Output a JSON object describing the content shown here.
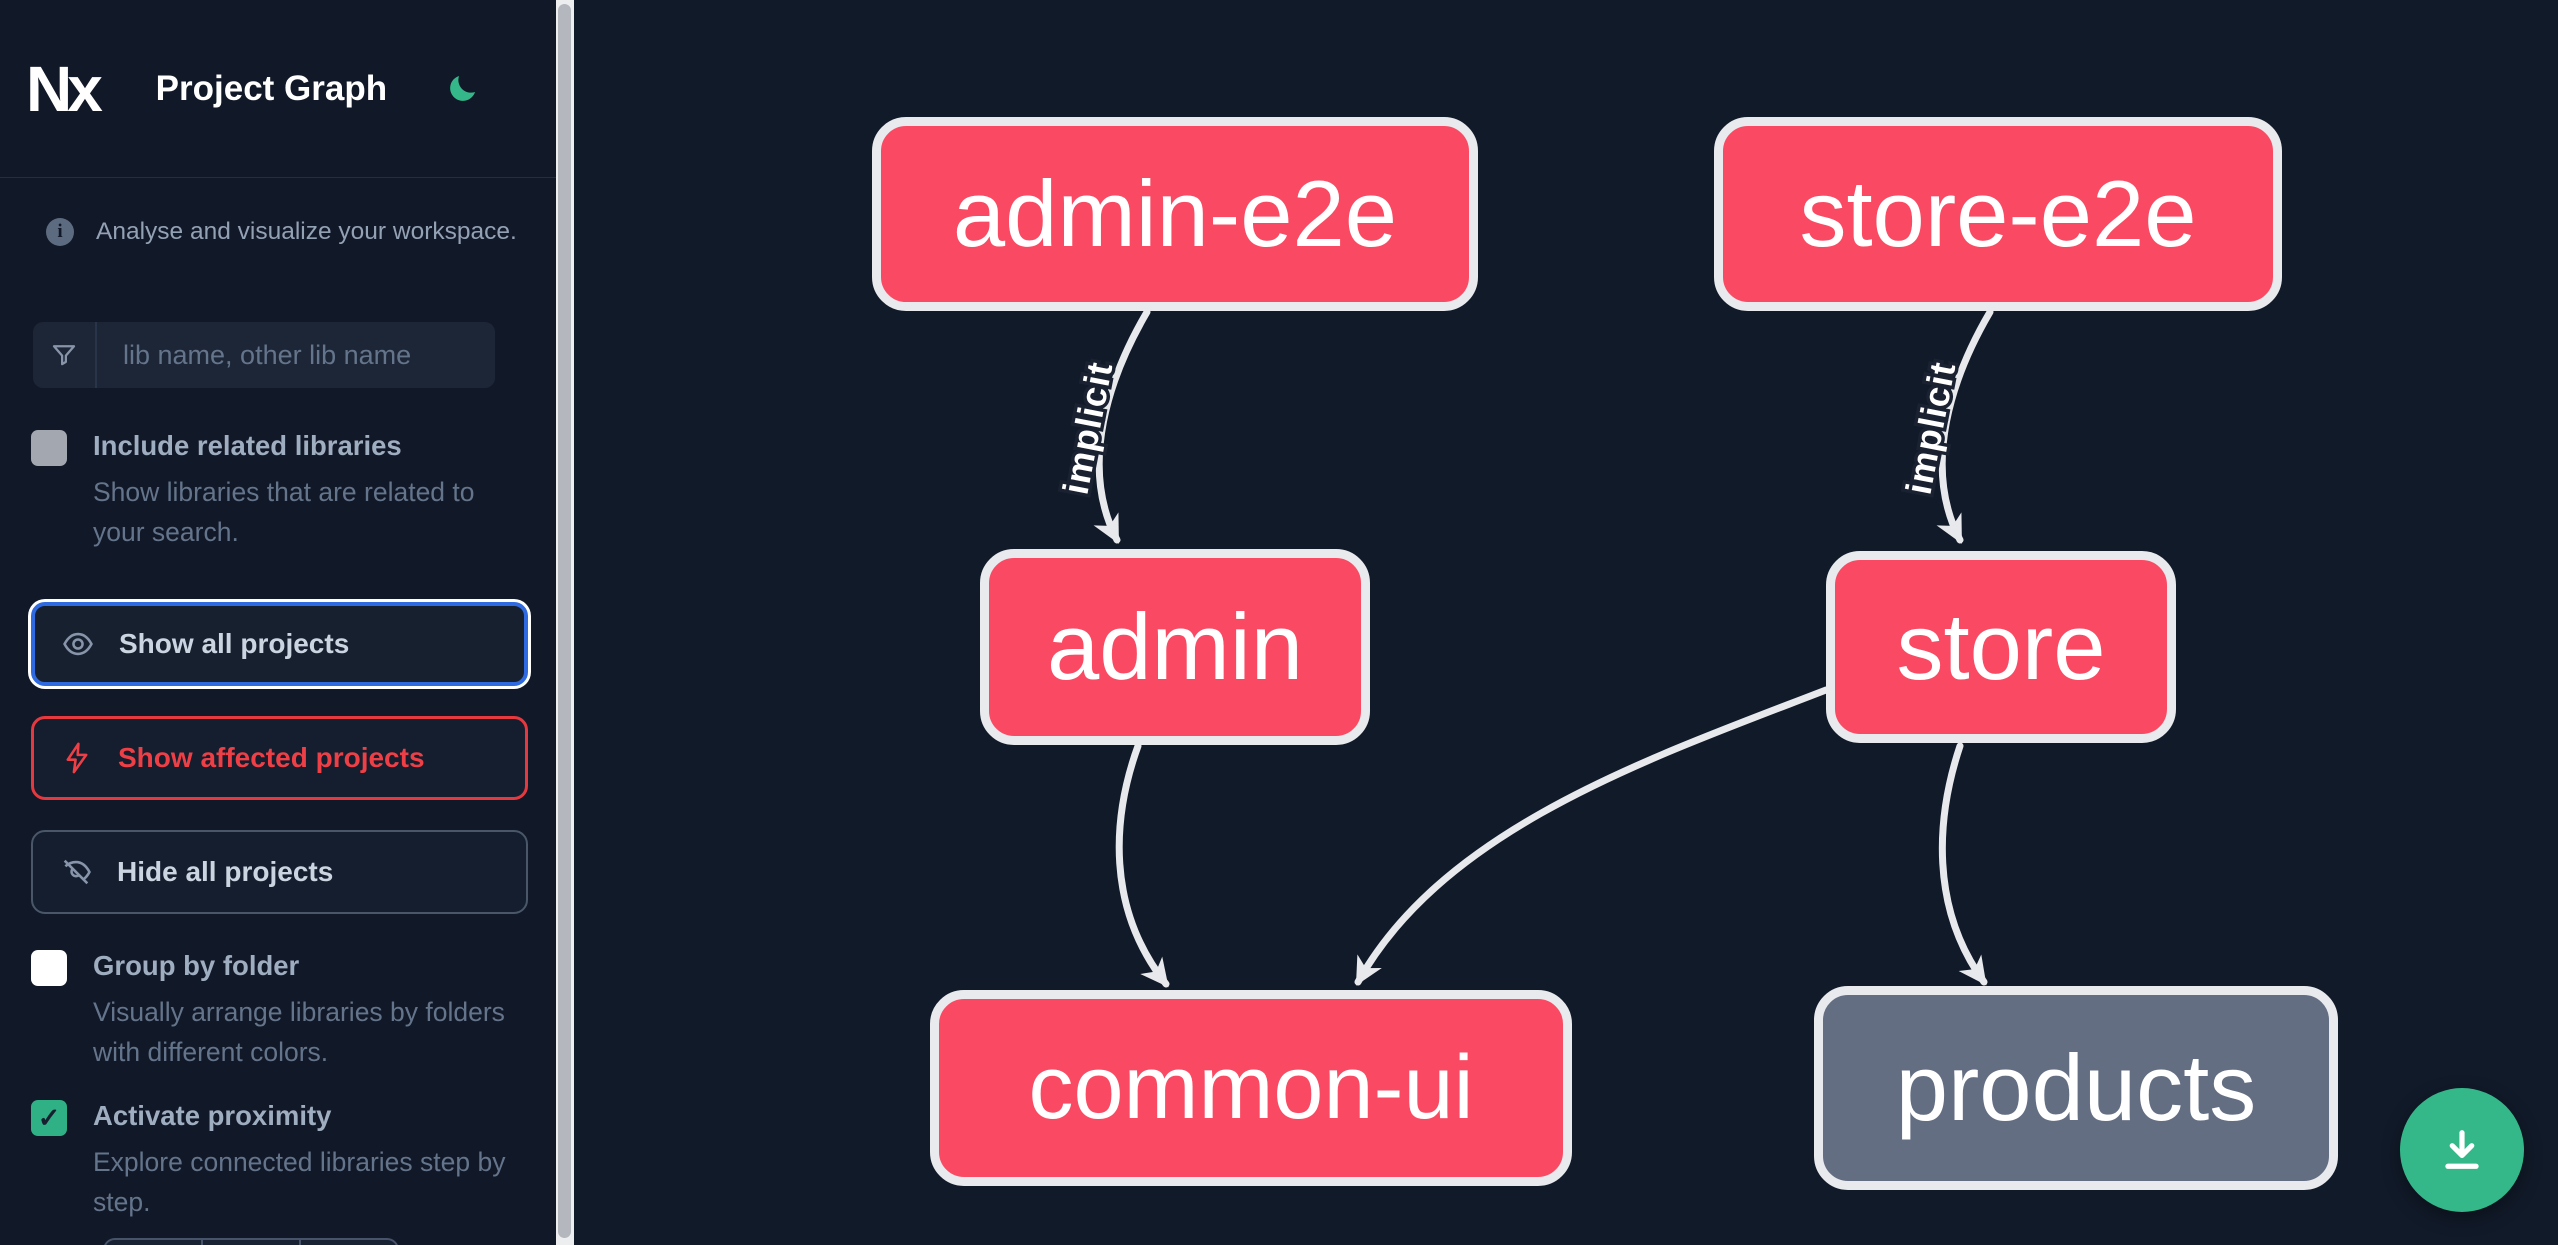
{
  "app": {
    "logo_text": "Nx",
    "title": "Project Graph"
  },
  "sidebar": {
    "tagline": "Analyse and visualize your workspace.",
    "search": {
      "placeholder": "lib name, other lib name",
      "icon": "funnel-filter-icon"
    },
    "include_related": {
      "label": "Include related libraries",
      "description": "Show libraries that are related to your search.",
      "checked": false
    },
    "actions": [
      {
        "label": "Show all projects",
        "icon": "eye-icon",
        "state": "focused"
      },
      {
        "label": "Show affected projects",
        "icon": "lightning-bolt-icon",
        "state": "affected"
      },
      {
        "label": "Hide all projects",
        "icon": "eye-off-icon",
        "state": "default"
      }
    ],
    "group_by_folder": {
      "label": "Group by folder",
      "description": "Visually arrange libraries by folders with different colors.",
      "checked": false
    },
    "activate_proximity": {
      "label": "Activate proximity",
      "description": "Explore connected libraries step by step.",
      "checked": true
    },
    "checkmark_glyph": "✓",
    "info_glyph": "i"
  },
  "graph": {
    "nodes": [
      {
        "id": "admin-e2e",
        "label": "admin-e2e",
        "color": "pink"
      },
      {
        "id": "store-e2e",
        "label": "store-e2e",
        "color": "pink"
      },
      {
        "id": "admin",
        "label": "admin",
        "color": "pink"
      },
      {
        "id": "store",
        "label": "store",
        "color": "pink"
      },
      {
        "id": "common-ui",
        "label": "common-ui",
        "color": "pink"
      },
      {
        "id": "products",
        "label": "products",
        "color": "gray"
      }
    ],
    "edges": [
      {
        "from": "admin-e2e",
        "to": "admin",
        "label": "implicit"
      },
      {
        "from": "store-e2e",
        "to": "store",
        "label": "implicit"
      },
      {
        "from": "admin",
        "to": "common-ui",
        "label": ""
      },
      {
        "from": "store",
        "to": "common-ui",
        "label": ""
      },
      {
        "from": "store",
        "to": "products",
        "label": ""
      }
    ]
  },
  "fab": {
    "icon": "download-icon"
  },
  "colors": {
    "background": "#111a29",
    "node_pink": "#fa4a63",
    "node_gray": "#646e82",
    "node_border": "#e8eaed",
    "edge": "#e7e9ec",
    "accent_green": "#35b889",
    "focus_blue": "#2f6ae0",
    "affected_red": "#ee3f46"
  }
}
